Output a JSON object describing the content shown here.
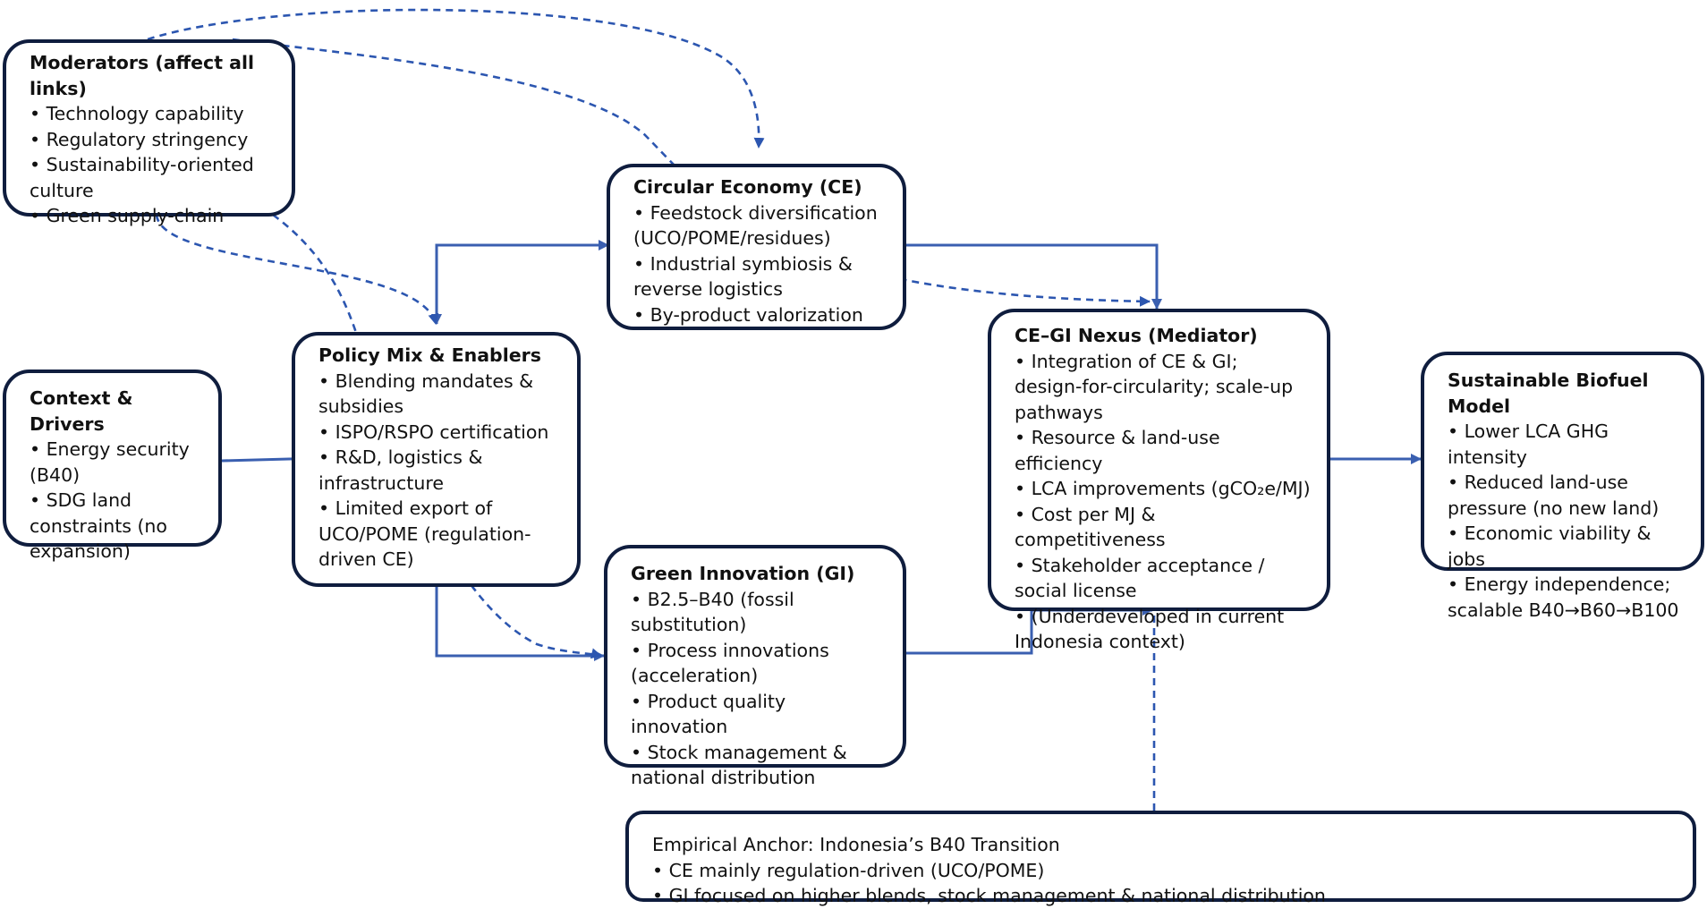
{
  "moderators": {
    "title": "Moderators (affect all links)",
    "items": [
      "Technology capability",
      "Regulatory stringency",
      "Sustainability-oriented culture",
      "Green supply-chain"
    ]
  },
  "circular_economy": {
    "title": "Circular Economy (CE)",
    "items": [
      "Feedstock diversification (UCO/POME/residues)",
      "Industrial symbiosis & reverse logistics",
      "By-product valorization"
    ]
  },
  "context": {
    "title": "Context & Drivers",
    "items": [
      "Energy security (B40)",
      "SDG land constraints (no expansion)"
    ]
  },
  "policy": {
    "title": "Policy Mix & Enablers",
    "items": [
      "Blending mandates & subsidies",
      "ISPO/RSPO certification",
      "R&D, logistics & infrastructure",
      "Limited export of UCO/POME (regulation-driven CE)"
    ]
  },
  "nexus": {
    "title": "CE–GI Nexus (Mediator)",
    "items": [
      "Integration of CE & GI; design-for-circularity; scale-up pathways",
      "Resource & land-use efficiency",
      "LCA improvements (gCO₂e/MJ)",
      "Cost per MJ & competitiveness",
      "Stakeholder acceptance / social license",
      "(Underdeveloped in current Indonesia context)"
    ]
  },
  "sustainable": {
    "title": "Sustainable Biofuel Model",
    "items": [
      "Lower LCA GHG intensity",
      "Reduced land-use pressure (no new land)",
      "Economic viability & jobs",
      "Energy independence; scalable B40→B60→B100"
    ]
  },
  "green_innovation": {
    "title": "Green Innovation (GI)",
    "items": [
      "B2.5–B40  (fossil substitution)",
      "Process innovations (acceleration)",
      "Product quality innovation",
      "Stock management & national distribution"
    ]
  },
  "anchor": {
    "title": "Empirical Anchor: Indonesia’s B40 Transition",
    "items": [
      "CE mainly regulation-driven (UCO/POME)",
      "GI focused on higher blends, stock management & national distribution"
    ]
  },
  "colors": {
    "box_border": "#0f1d3e",
    "arrow": "#3a5fb0",
    "dashed": "#2c56b0"
  }
}
